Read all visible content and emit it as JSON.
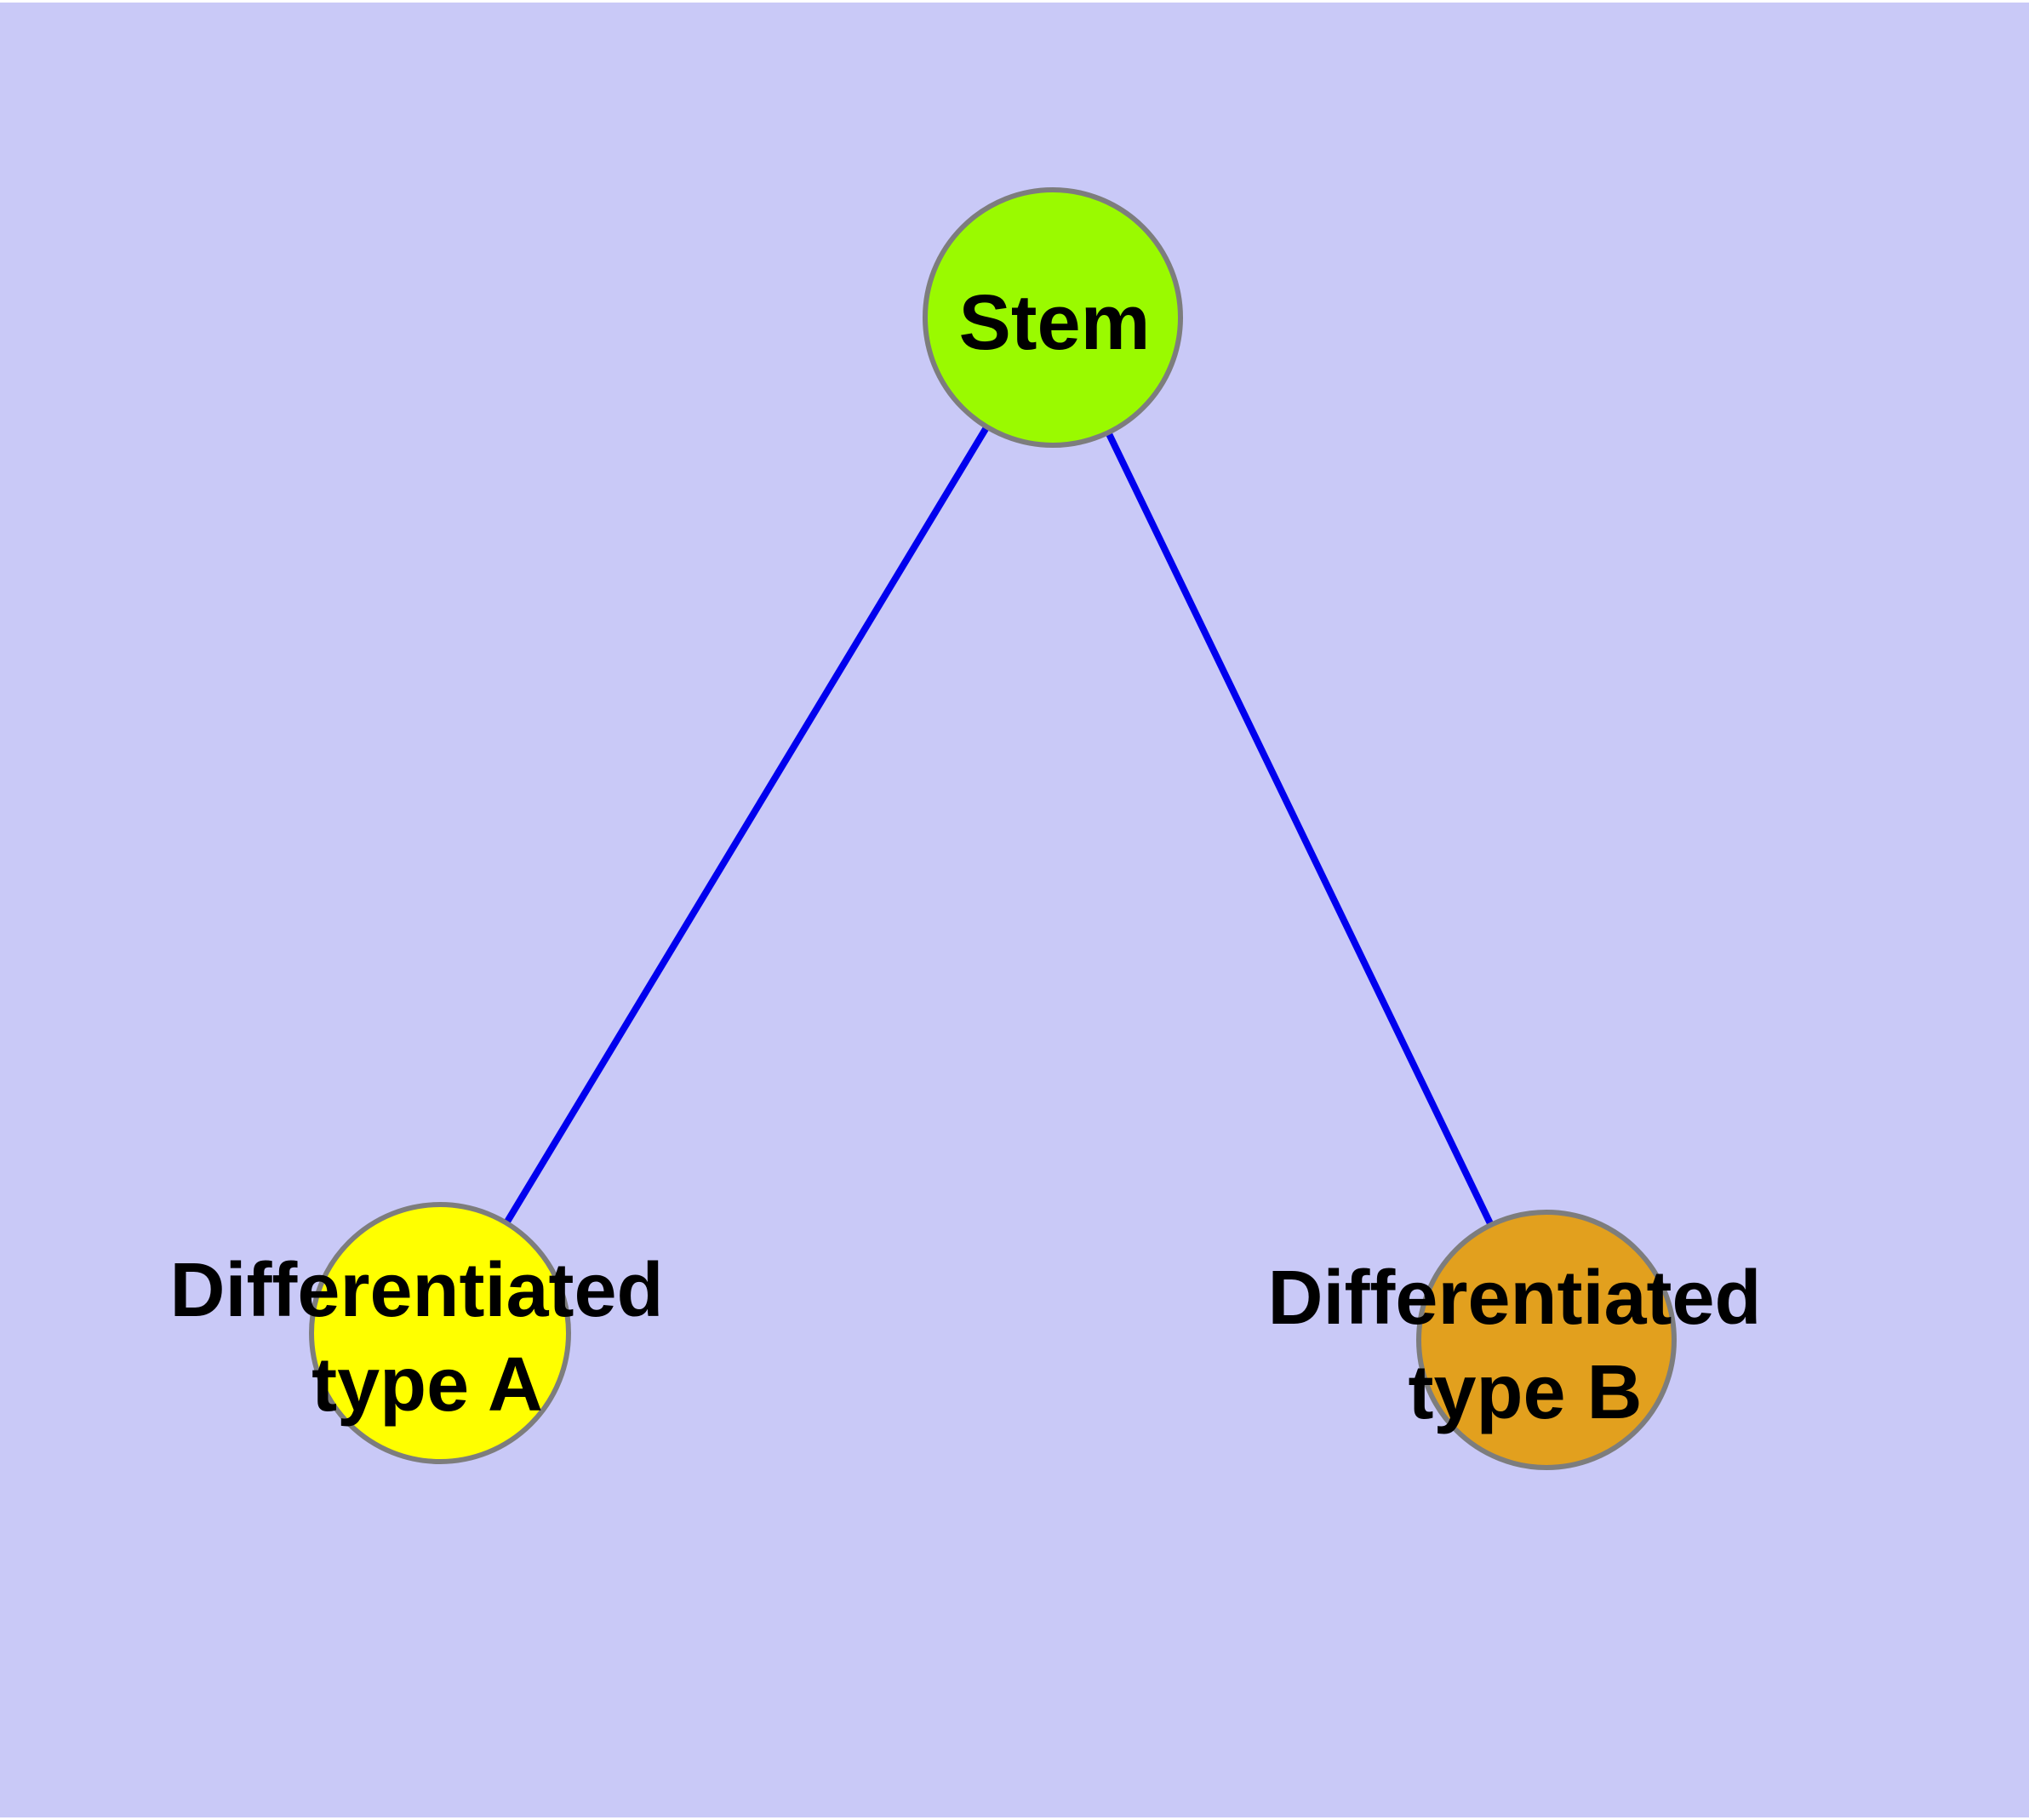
{
  "diagram": {
    "type": "graph",
    "background_color": "#C9C9F7",
    "page_margin_color": "#FFFFFF",
    "edge_color": "#0000EE",
    "node_border_color": "#7D7D7D",
    "label_color": "#000000",
    "nodes": [
      {
        "id": "stem",
        "label": "Stem",
        "fill": "#9AFA00"
      },
      {
        "id": "differentiated-type-a",
        "label_line1": "Differentiated",
        "label_line2": "type A",
        "fill": "#FFFF00"
      },
      {
        "id": "differentiated-type-b",
        "label_line1": "Differentiated",
        "label_line2": "type B",
        "fill": "#E2A01E"
      }
    ],
    "edges": [
      {
        "from": "Stem",
        "to": "Differentiated type A"
      },
      {
        "from": "Stem",
        "to": "Differentiated type B"
      }
    ]
  }
}
